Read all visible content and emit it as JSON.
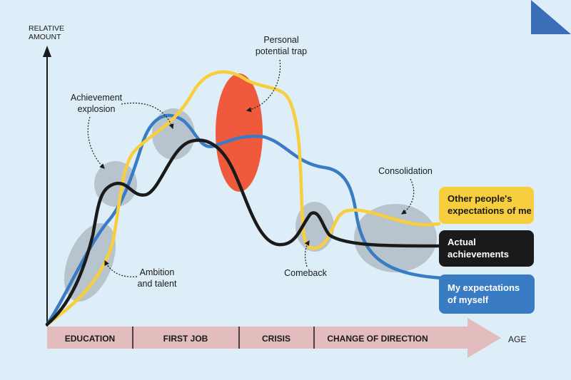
{
  "axis": {
    "y_label_line1": "RELATIVE",
    "y_label_line2": "AMOUNT",
    "x_label": "AGE"
  },
  "phases": [
    {
      "label": "EDUCATION"
    },
    {
      "label": "FIRST JOB"
    },
    {
      "label": "CRISIS"
    },
    {
      "label": "CHANGE OF DIRECTION"
    }
  ],
  "annotations": {
    "personal_trap_line1": "Personal",
    "personal_trap_line2": "potential trap",
    "achievement_line1": "Achievement",
    "achievement_line2": "explosion",
    "ambition_line1": "Ambition",
    "ambition_line2": "and talent",
    "comeback": "Comeback",
    "consolidation": "Consolidation"
  },
  "legend": {
    "others_line1": "Other people's",
    "others_line2": "expectations of me",
    "actual_line1": "Actual",
    "actual_line2": "achievements",
    "mine_line1": "My expectations",
    "mine_line2": "of myself"
  },
  "colors": {
    "background": "#ddeef8",
    "yellow": "#f7ce3e",
    "black": "#1a1a1a",
    "blue": "#3a7cc4",
    "trap_red": "#ef5a3c",
    "highlight_grey": "#a9b5bf",
    "phase_band": "#e3bcbd",
    "corner": "#3a6fb8"
  }
}
